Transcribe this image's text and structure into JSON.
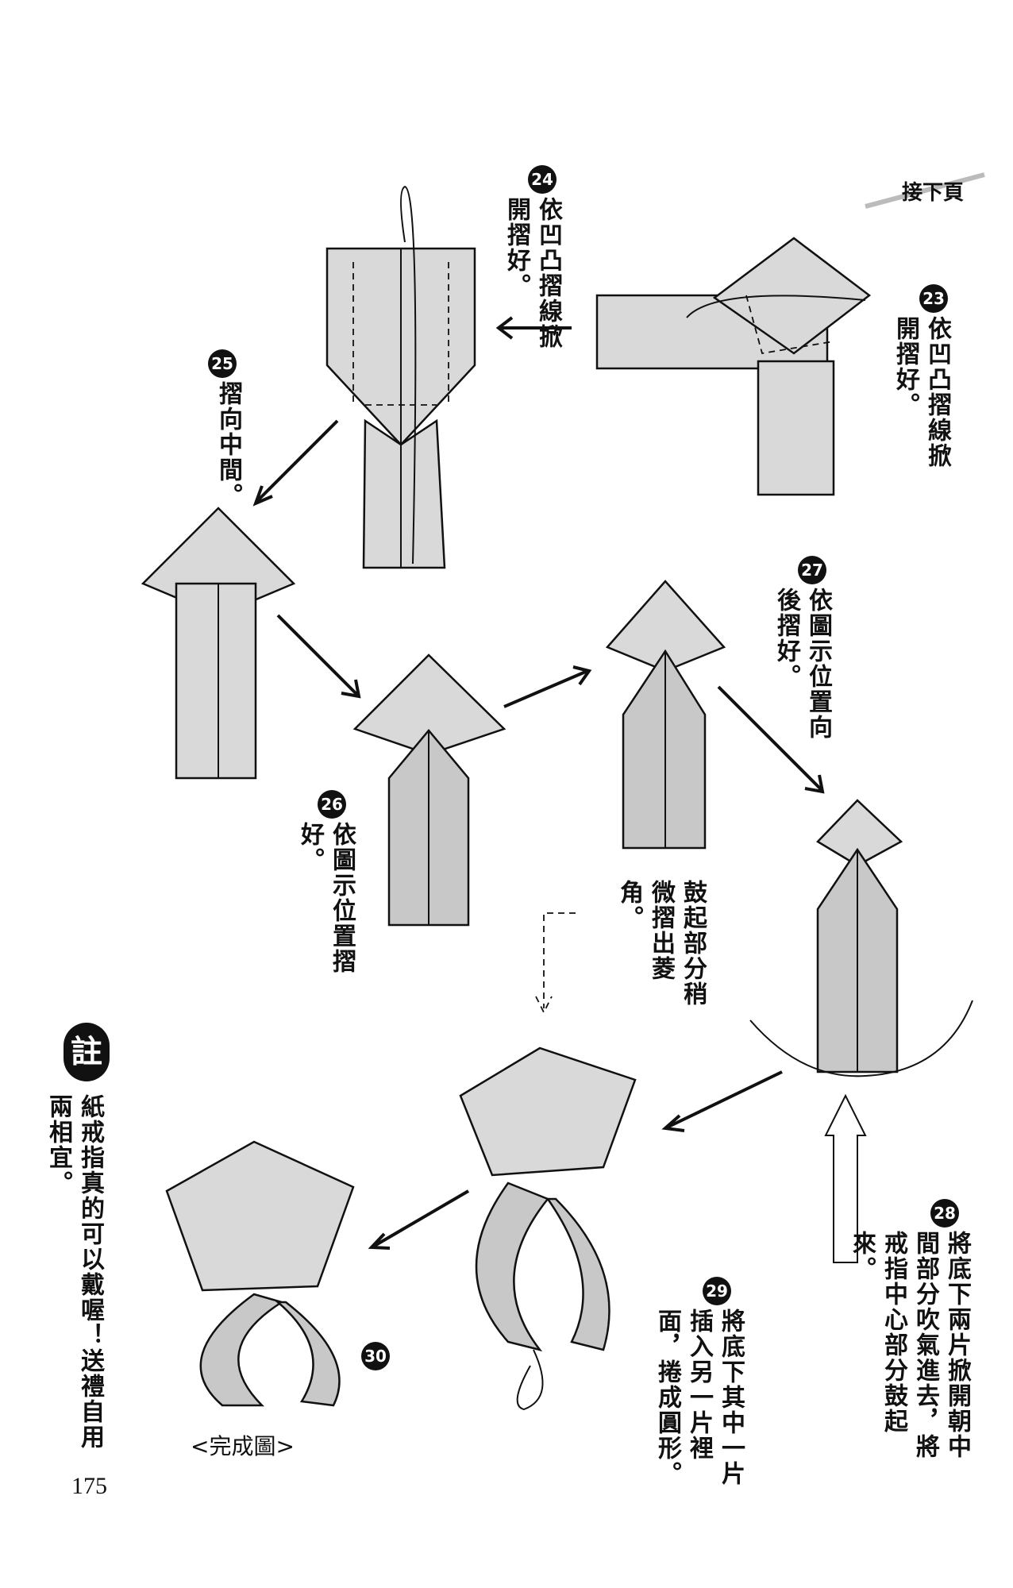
{
  "header": {
    "next_page": "接下頁"
  },
  "steps": [
    {
      "number": "23",
      "text": "依凹凸摺線掀開摺好。"
    },
    {
      "number": "24",
      "text": "依凹凸摺線掀開摺好。"
    },
    {
      "number": "25",
      "text": "摺向中間。"
    },
    {
      "number": "26",
      "text": "依圖示位置摺好。"
    },
    {
      "number": "27",
      "text": "依圖示位置向後摺好。"
    },
    {
      "number": "28",
      "text": "將底下兩片掀開朝中間部分吹氣進去，將戒指中心部分鼓起來。"
    },
    {
      "number": "29",
      "text": "將底下其中一片插入另一片裡面，捲成圓形。"
    },
    {
      "number": "30",
      "text": ""
    }
  ],
  "callout": {
    "text": "鼓起部分稍微摺出菱角。"
  },
  "note": {
    "badge": "註",
    "text": "紙戒指真的可以戴喔！送禮自用兩相宜。"
  },
  "finish_caption": "<完成圖>",
  "page_number": "175"
}
